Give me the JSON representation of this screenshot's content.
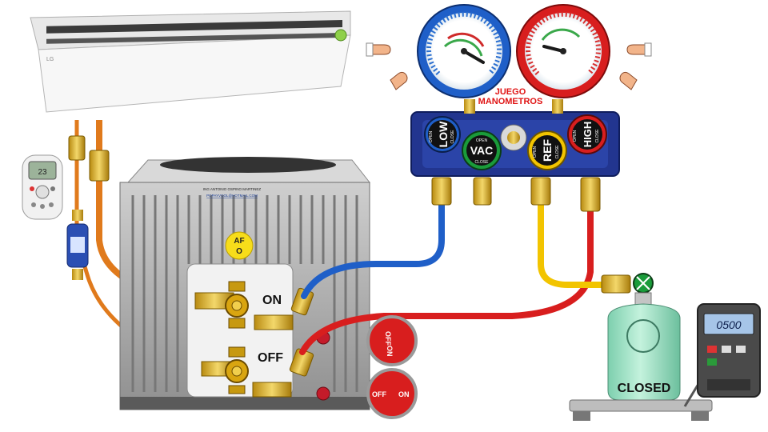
{
  "diagram": {
    "manifold_label_line1": "JUEGO",
    "manifold_label_line2": "MANOMETROS",
    "ports": {
      "low": {
        "label": "LOW",
        "open": "OPEN",
        "close": "CLOSE"
      },
      "vac": {
        "label": "VAC",
        "open": "OPEN",
        "close": "CLOSE"
      },
      "ref": {
        "label": "REF",
        "open": "OPEN",
        "close": "CLOSE"
      },
      "high": {
        "label": "HIGH",
        "open": "OPEN",
        "close": "CLOSE"
      }
    },
    "valve_on_label": "ON",
    "valve_off_label": "OFF",
    "badge_line1": "AF",
    "badge_line2": "O",
    "switch_top": {
      "left": "OFF",
      "right": "ON"
    },
    "switch_bottom": {
      "left": "OFF",
      "right": "ON"
    },
    "cylinder_label": "CLOSED",
    "scale_display": "0500",
    "condenser_credit_line1": "ING ANTONIO OSPINO MARTINEZ",
    "condenser_credit_line2": "POPAYVOOL@HOTMAIL.COM",
    "ac_brand": "LG",
    "remote_display": "23"
  },
  "colors": {
    "low_side": "#1f5fc8",
    "high_side": "#d81e1e",
    "refrigerant": "#f2c400",
    "vacuum": "#1a9b3a",
    "copper": "#e07a1c",
    "manifold_body": "#22358f",
    "cylinder": "#9fe3c5"
  },
  "icons": [
    "hand-icon"
  ]
}
